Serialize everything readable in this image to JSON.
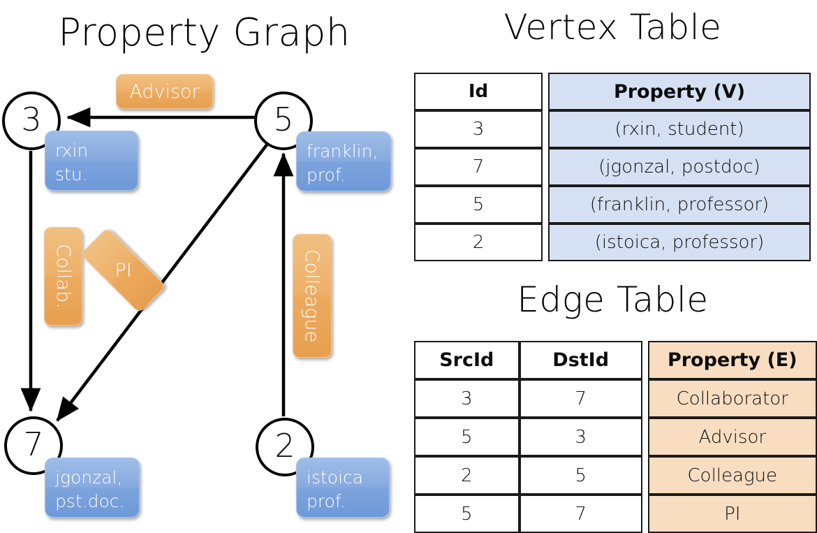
{
  "graph": {
    "title": "Property Graph",
    "nodes": [
      {
        "id": "3",
        "name": "node-3",
        "property_lines": [
          "rxin",
          "stu."
        ]
      },
      {
        "id": "5",
        "name": "node-5",
        "property_lines": [
          "franklin,",
          "prof."
        ]
      },
      {
        "id": "7",
        "name": "node-7",
        "property_lines": [
          "jgonzal,",
          "pst.doc."
        ]
      },
      {
        "id": "2",
        "name": "node-2",
        "property_lines": [
          "istoica",
          "prof."
        ]
      }
    ],
    "edge_labels": [
      {
        "name": "advisor",
        "text": "Advisor"
      },
      {
        "name": "collab",
        "text": "Collab."
      },
      {
        "name": "pi",
        "text": "PI"
      },
      {
        "name": "colleague",
        "text": "Colleague"
      }
    ],
    "colors": {
      "vertex_box": "#88aadf",
      "edge_label_box": "#ecaa5f",
      "node_stroke": "#000000",
      "arrow": "#000000"
    }
  },
  "vertex_table": {
    "title": "Vertex Table",
    "headers": [
      "Id",
      "Property (V)"
    ],
    "rows": [
      [
        "3",
        "(rxin, student)"
      ],
      [
        "7",
        "(jgonzal, postdoc)"
      ],
      [
        "5",
        "(franklin, professor)"
      ],
      [
        "2",
        "(istoica, professor)"
      ]
    ],
    "property_fill": "#d5e0f2"
  },
  "edge_table": {
    "title": "Edge Table",
    "headers": [
      "SrcId",
      "DstId",
      "Property (E)"
    ],
    "rows": [
      [
        "3",
        "7",
        "Collaborator"
      ],
      [
        "5",
        "3",
        "Advisor"
      ],
      [
        "2",
        "5",
        "Colleague"
      ],
      [
        "5",
        "7",
        "PI"
      ]
    ],
    "property_fill": "#f8ddc1"
  }
}
